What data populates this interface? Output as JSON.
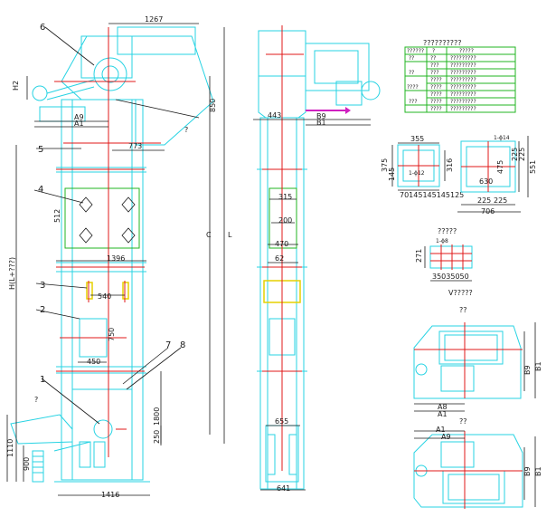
{
  "front_view": {
    "dims": {
      "top_width": "1267",
      "a9": "A9",
      "a1": "A1",
      "h2": "H2",
      "d850": "850",
      "d773": "773",
      "d512": "512",
      "d1396": "1396",
      "d540": "540",
      "d750": "750",
      "d450": "450",
      "d1800": "1800",
      "d250": "250",
      "d1110": "1110",
      "d900": "900",
      "d1416": "1416",
      "c": "C",
      "l": "L",
      "h": "H(L+???)",
      "q": "?",
      "q2": "?"
    },
    "callouts": {
      "c1": "1",
      "c2": "2",
      "c3": "3",
      "c4": "4",
      "c5": "5",
      "c6": "6",
      "c7": "7",
      "c8": "8"
    }
  },
  "side_view": {
    "dims": {
      "d443": "443",
      "b9": "B9",
      "b1": "B1",
      "d315": "315",
      "d200": "200",
      "d470": "470",
      "d62": "62",
      "d655": "655",
      "d641": "641"
    }
  },
  "spec_table": {
    "title": "??????????",
    "header": [
      "??????",
      "?",
      "?????"
    ],
    "rows": [
      [
        "??",
        "??",
        "?????????"
      ],
      [
        "",
        "???",
        "?????????"
      ],
      [
        "??",
        "???",
        "?????????"
      ],
      [
        "",
        "????",
        "?????????"
      ],
      [
        "????",
        "????",
        "?????????"
      ],
      [
        "",
        "????",
        "?????????"
      ],
      [
        "???",
        "????",
        "?????????"
      ],
      [
        "",
        "????",
        "?????????"
      ]
    ]
  },
  "detail_top_opening": {
    "d355": "355",
    "d375": "375",
    "d316": "316",
    "d145": "145",
    "d1": "1-ϕ12",
    "bottom": "70145145145125"
  },
  "detail_side_opening": {
    "d475": "475",
    "d630": "630",
    "d225a": "225",
    "d225b": "225",
    "d225c": "225",
    "d225d": "225",
    "d551": "551",
    "d706": "706",
    "hole": "1-ϕ14"
  },
  "detail_small": {
    "title": "?????",
    "d271": "271",
    "bottom": "35035050",
    "hole": "1-ϕ8"
  },
  "plan_views": {
    "upper_title": "V?????",
    "upper_q": "??",
    "a8": "A8",
    "a1": "A1",
    "b9": "B9",
    "b1": "B1",
    "lower_q": "??",
    "a1b": "A1",
    "a9": "A9",
    "b9b": "B9",
    "b1b": "B1"
  }
}
